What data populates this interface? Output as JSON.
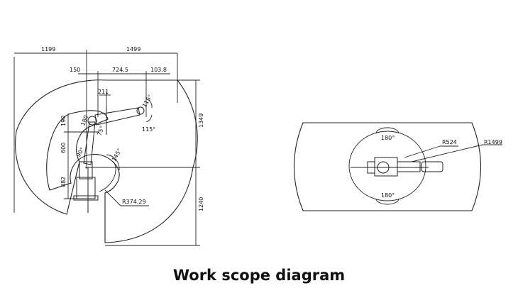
{
  "caption": "Work scope diagram",
  "side_view": {
    "dims": {
      "d1199": "1199",
      "d1499": "1499",
      "d150": "150",
      "d724_5": "724.5",
      "d103_8": "103.8",
      "d211": "211",
      "d1349": "1349",
      "d1240": "1240",
      "d190": "190",
      "d600": "600",
      "d482": "482"
    },
    "angles": {
      "a115_top": "115°",
      "a115_bottom": "115°",
      "a180": "180",
      "a75": "75°",
      "a90": "90°",
      "a145": "145°"
    },
    "radius_label": "R374.29"
  },
  "top_view": {
    "angle_top": "180°",
    "angle_bottom": "180°",
    "r_inner": "R524",
    "r_outer": "R1499"
  },
  "colors": {
    "line": "#222222",
    "background": "#ffffff"
  }
}
